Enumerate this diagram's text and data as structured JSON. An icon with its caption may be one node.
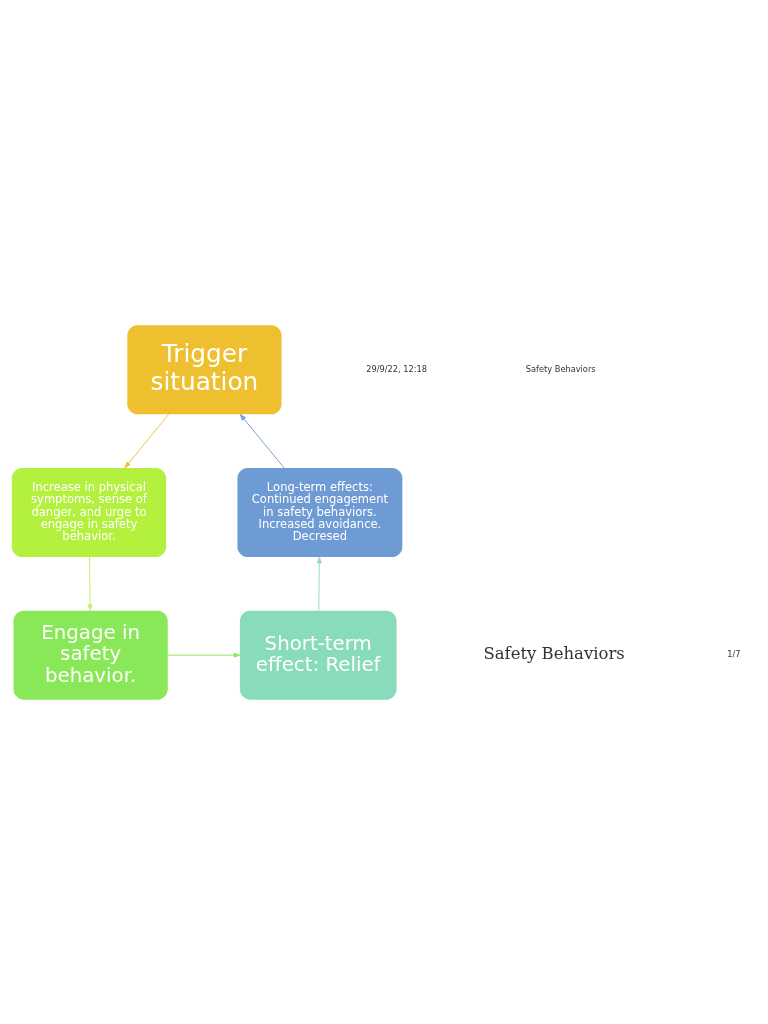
{
  "diagram": {
    "nodes": [
      {
        "text": [
          "Trigger situation"
        ]
      },
      {
        "text": [
          "Increase in physical symptoms, sense of danger, and urge to engage in safety behavior."
        ]
      },
      {
        "text": [
          "Engage in safety behavior."
        ]
      },
      {
        "text": [
          "Short-term effect: Relief"
        ]
      },
      {
        "text": [
          "Long-term effects: Continued engagement in safety behaviors. Increased avoidance. Decresed"
        ]
      }
    ],
    "edges": [
      {
        "from": 0,
        "to": 1,
        "arrow": "to",
        "color": "#f0c040"
      },
      {
        "from": 1,
        "to": 2,
        "arrow": "to",
        "color": "#c0f070"
      },
      {
        "from": 2,
        "to": 3,
        "arrow": "to",
        "color": "#8ee85c"
      },
      {
        "from": 3,
        "to": 4,
        "arrow": "to",
        "color": "#90e0c4"
      },
      {
        "from": 4,
        "to": 0,
        "arrow": "to",
        "color": "#7aa0d8"
      }
    ],
    "labels": [
      "29/9/22, 12:18",
      "Safety Behaviors",
      "Safety Behaviors",
      "1/7"
    ]
  }
}
